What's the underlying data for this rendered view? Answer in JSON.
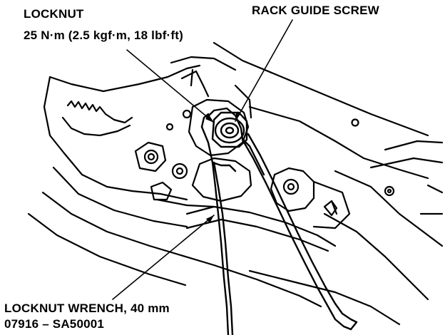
{
  "labels": {
    "locknut": "LOCKNUT",
    "locknut_torque": "25 N·m (2.5 kgf·m, 18 lbf·ft)",
    "rack_guide_screw": "RACK GUIDE SCREW",
    "locknut_wrench": "LOCKNUT WRENCH, 40 mm",
    "locknut_wrench_part_number": "07916 – SA50001"
  },
  "colors": {
    "line": "#000000",
    "background": "#ffffff"
  }
}
